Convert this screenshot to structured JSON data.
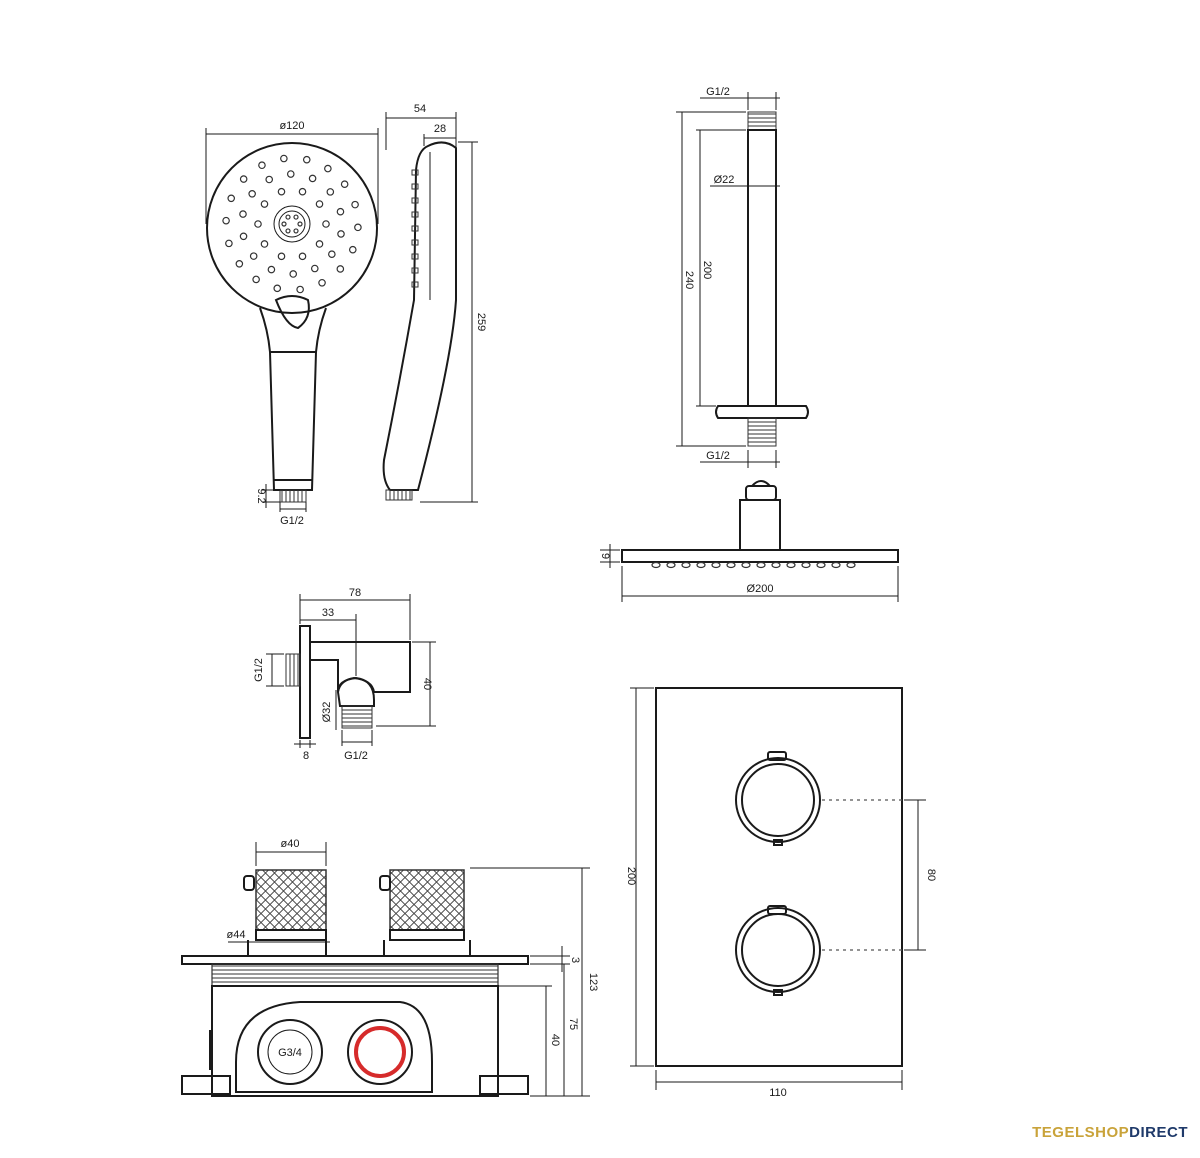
{
  "handshower": {
    "diameter": "ø120",
    "depth_total": "54",
    "depth_head": "28",
    "length": "259",
    "nut_height": "9.2",
    "connection": "G1/2"
  },
  "shower_arm": {
    "connection_top": "G1/2",
    "diameter": "Ø22",
    "length_inner": "200",
    "length_total": "240",
    "connection_bottom": "G1/2"
  },
  "rain_head": {
    "height": "9",
    "diameter": "Ø200"
  },
  "wall_outlet": {
    "length_total": "78",
    "length_to_axis": "33",
    "connection_side": "G1/2",
    "height": "40",
    "diameter": "Ø32",
    "plate_depth": "8",
    "connection_bottom": "G1/2"
  },
  "box": {
    "knob_diameter": "ø40",
    "rosette_diameter": "ø44",
    "plate_depth": "3",
    "height_total": "123",
    "height_75": "75",
    "height_40": "40",
    "inlet": "G3/4"
  },
  "cover_plate": {
    "height": "200",
    "width": "110",
    "knob_spacing": "80"
  },
  "brand": {
    "part1": "TEGELSHOP",
    "part2": "DIRECT"
  }
}
